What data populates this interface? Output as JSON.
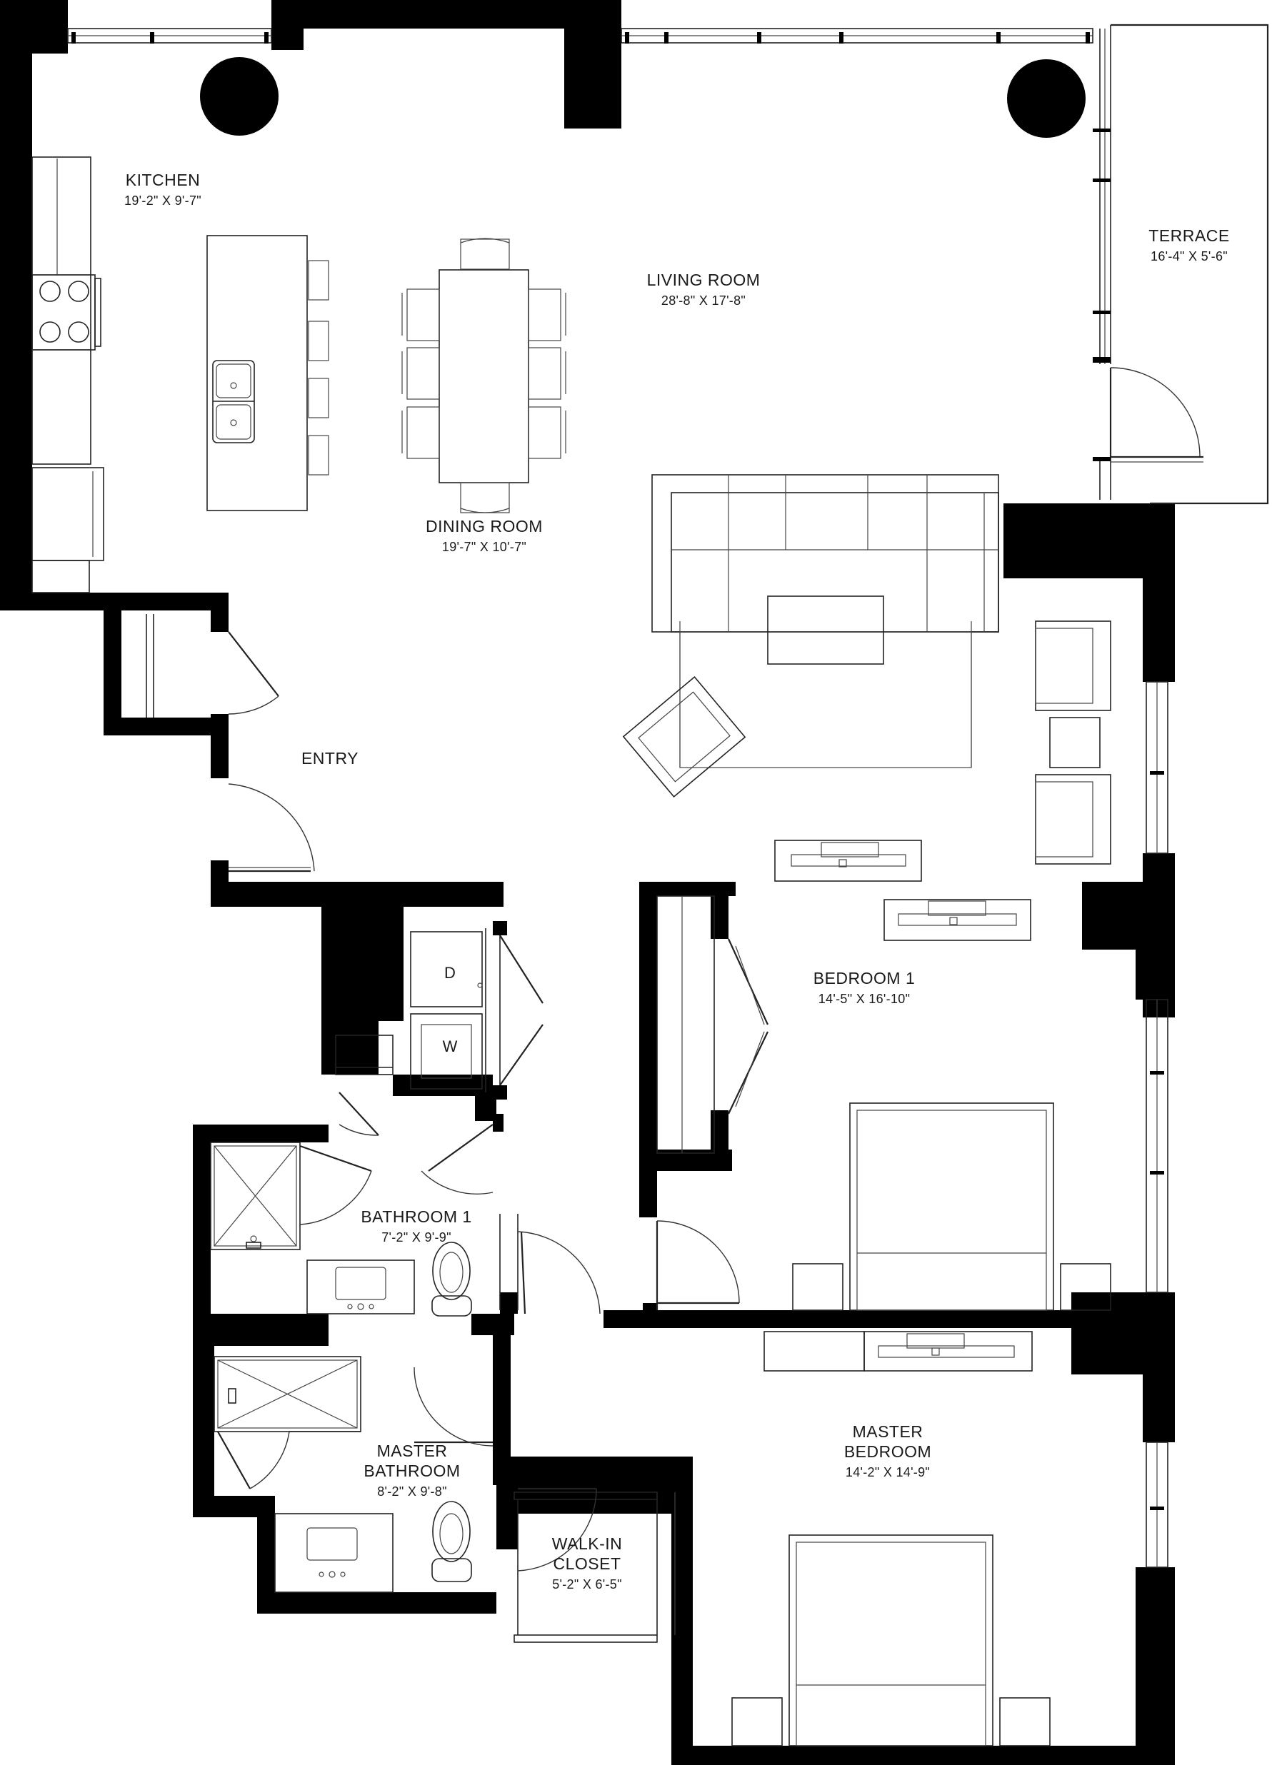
{
  "rooms": [
    {
      "key": "kitchen",
      "lines": [
        "KITCHEN"
      ],
      "dim": "19'-2\" X 9'-7\""
    },
    {
      "key": "living",
      "lines": [
        "LIVING ROOM"
      ],
      "dim": "28'-8\" X 17'-8\""
    },
    {
      "key": "terrace",
      "lines": [
        "TERRACE"
      ],
      "dim": "16'-4\" X 5'-6\""
    },
    {
      "key": "dining",
      "lines": [
        "DINING ROOM"
      ],
      "dim": "19'-7\" X 10'-7\""
    },
    {
      "key": "entry",
      "lines": [
        "ENTRY"
      ],
      "dim": ""
    },
    {
      "key": "bedroom1",
      "lines": [
        "BEDROOM 1"
      ],
      "dim": "14'-5\" X 16'-10\""
    },
    {
      "key": "bathroom1",
      "lines": [
        "BATHROOM 1"
      ],
      "dim": "7'-2\" X 9'-9\""
    },
    {
      "key": "master_bedroom",
      "lines": [
        "MASTER",
        "BEDROOM"
      ],
      "dim": "14'-2\" X 14'-9\""
    },
    {
      "key": "master_bathroom",
      "lines": [
        "MASTER",
        "BATHROOM"
      ],
      "dim": "8'-2\" X 9'-8\""
    },
    {
      "key": "walkin",
      "lines": [
        "WALK-IN",
        "CLOSET"
      ],
      "dim": "5'-2\" X 6'-5\""
    }
  ],
  "appliances": {
    "dryer": "D",
    "washer": "W"
  }
}
